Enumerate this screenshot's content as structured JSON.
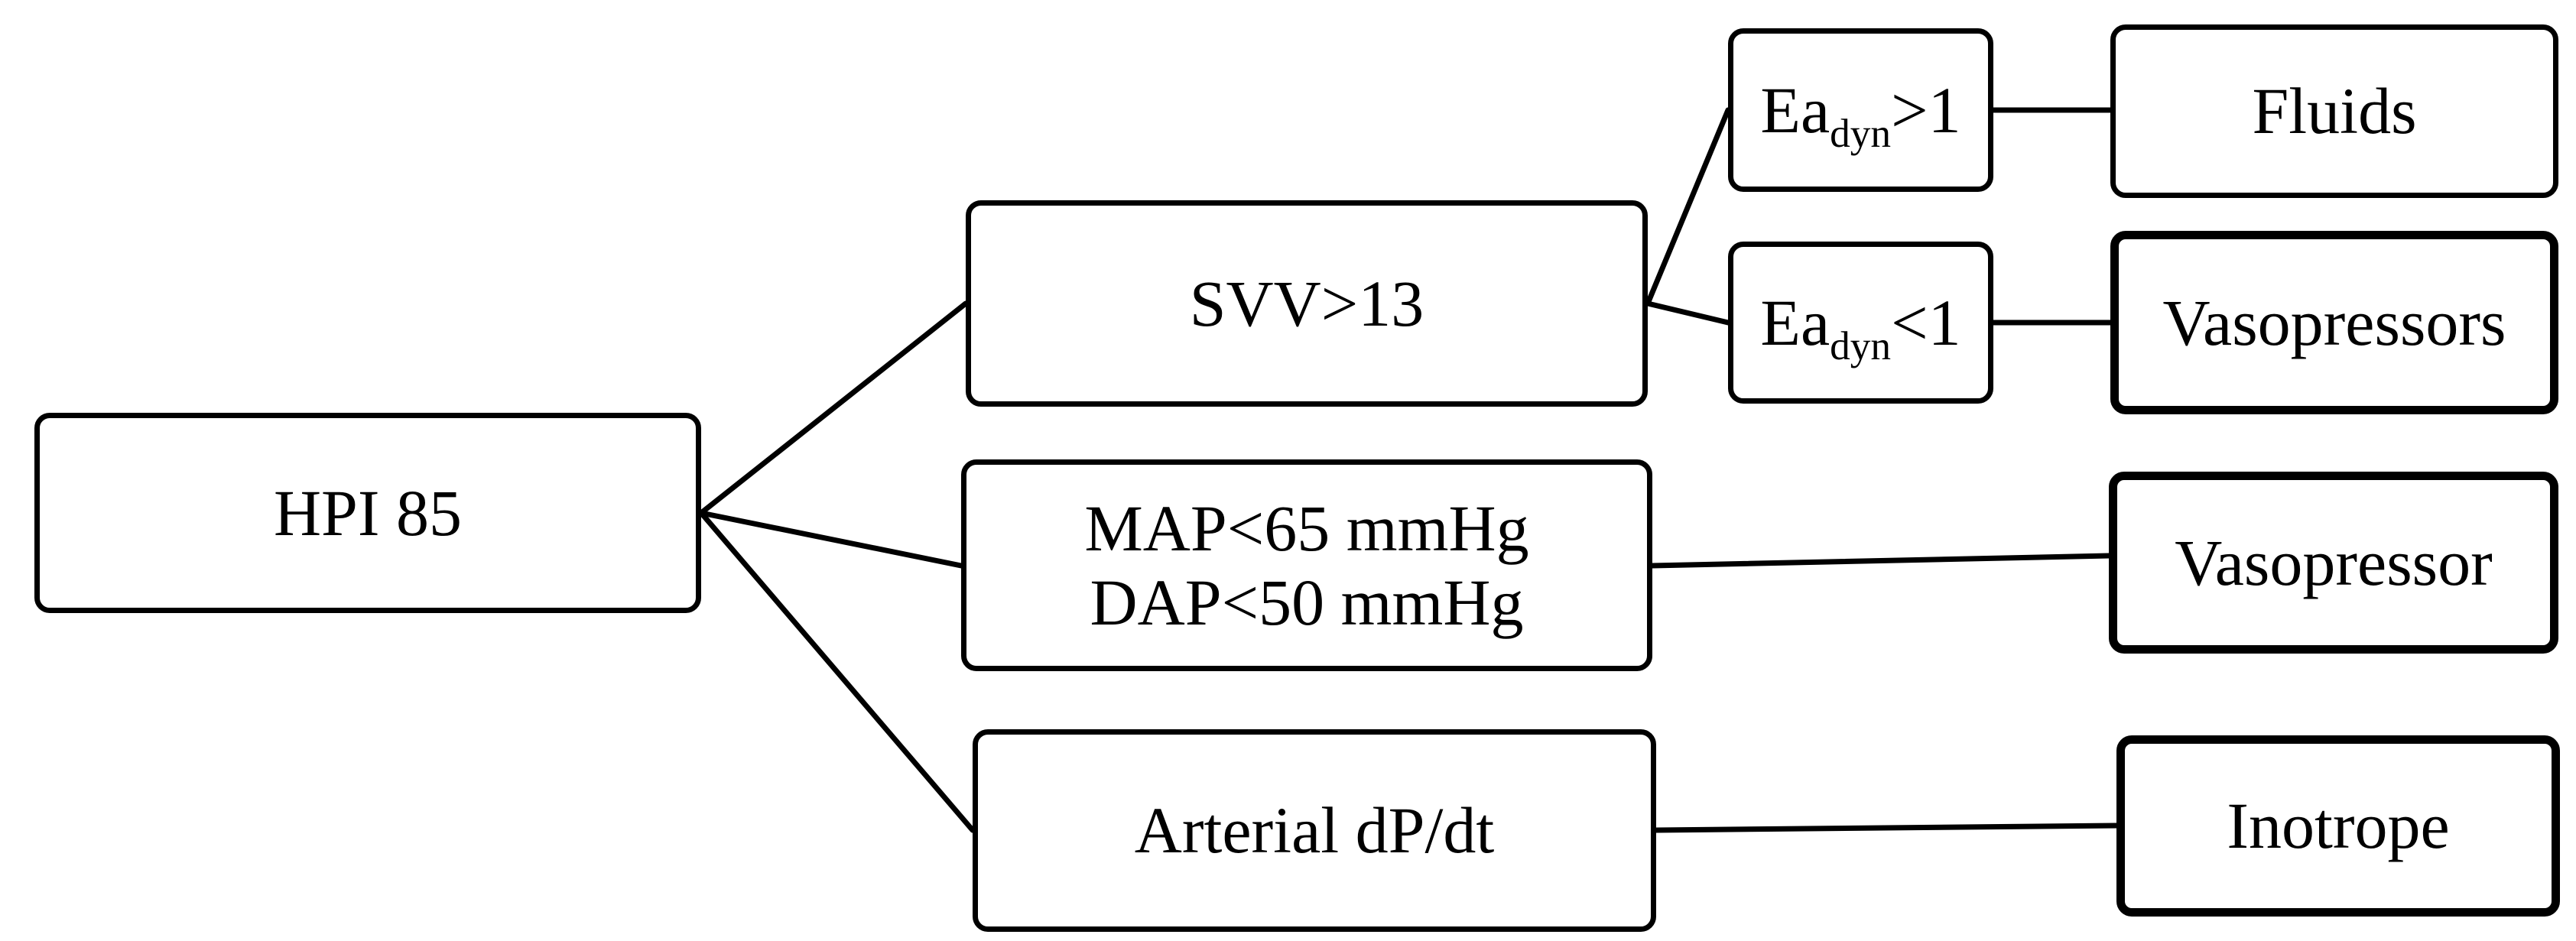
{
  "diagram": {
    "root": {
      "label": "HPI 85"
    },
    "branches": {
      "svv": {
        "label": "SVV>13"
      },
      "pressure": {
        "line1": "MAP<65 mmHg",
        "line2": "DAP<50 mmHg"
      },
      "dpdt": {
        "label": "Arterial dP/dt"
      }
    },
    "conditions": {
      "ea_high": {
        "base": "Ea",
        "sub": "dyn",
        "rel": ">1"
      },
      "ea_low": {
        "base": "Ea",
        "sub": "dyn",
        "rel": "<1"
      }
    },
    "outcomes": {
      "fluids": {
        "label": "Fluids"
      },
      "vasopressors": {
        "label": "Vasopressors"
      },
      "vasopressor": {
        "label": "Vasopressor"
      },
      "inotrope": {
        "label": "Inotrope"
      }
    }
  }
}
